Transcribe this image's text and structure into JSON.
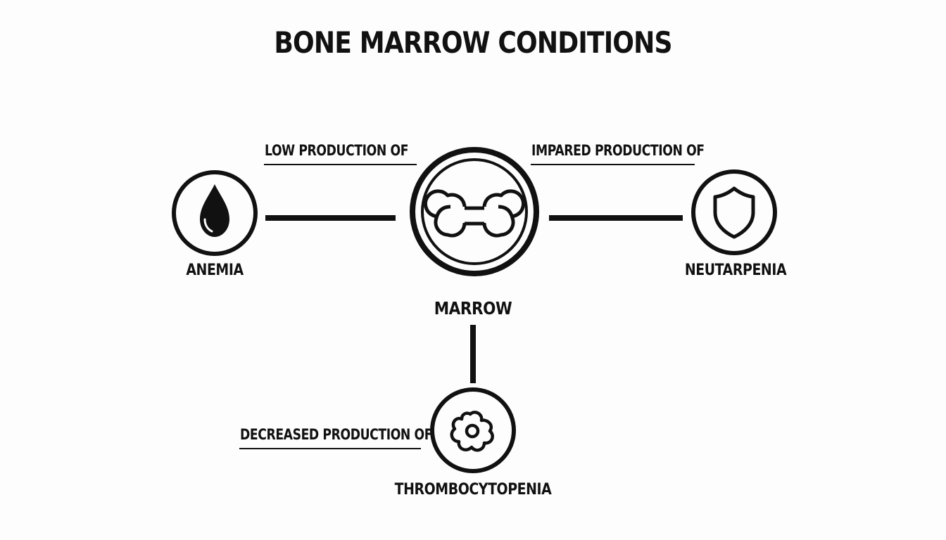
{
  "title": "BONE MARROW CONDITIONS",
  "nodes": {
    "center": {
      "label": "MARROW",
      "icon": "bone-icon"
    },
    "left": {
      "label": "ANEMIA",
      "icon": "blood-drop-icon"
    },
    "right": {
      "label": "NEUTARPENIA",
      "icon": "shield-icon"
    },
    "bottom": {
      "label": "THROMBOCYTOPENIA",
      "icon": "platelet-icon"
    }
  },
  "annotations": {
    "left": "LOW PRODUCTION OF",
    "right": "IMPARED PRODUCTION OF",
    "bottom": "DECREASED PRODUCTION OF"
  },
  "colors": {
    "line": "#111111",
    "background": "#fdfdfd"
  }
}
